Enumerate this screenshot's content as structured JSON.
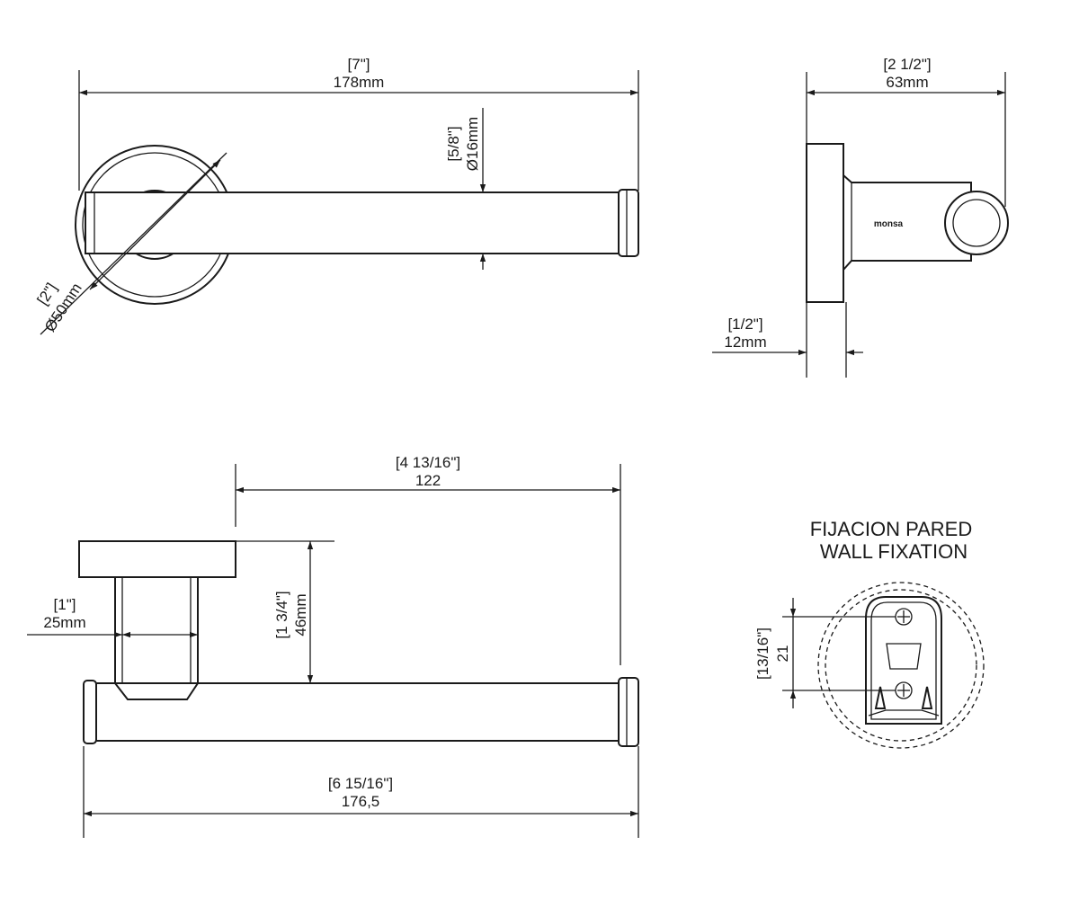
{
  "top_view": {
    "width_in": "[7\"]",
    "width_mm": "178mm",
    "bar_dia_in": "[5/8\"]",
    "bar_dia_mm": "Ø16mm",
    "rose_dia_in": "[2\"]",
    "rose_dia_mm": "Ø50mm"
  },
  "side_view": {
    "depth_in": "[2 1/2\"]",
    "depth_mm": "63mm",
    "brand": "monsa",
    "plate_in": "[1/2\"]",
    "plate_mm": "12mm"
  },
  "front_view": {
    "projection_in": "[4 13/16\"]",
    "projection_mm": "122",
    "height_in": "[1 3/4\"]",
    "height_mm": "46mm",
    "neck_in": "[1\"]",
    "neck_mm": "25mm",
    "length_in": "[6 15/16\"]",
    "length_mm": "176,5"
  },
  "wall_fixation": {
    "title_es": "FIJACION PARED",
    "title_en": "WALL FIXATION",
    "spacing_in": "[13/16\"]",
    "spacing_mm": "21"
  }
}
